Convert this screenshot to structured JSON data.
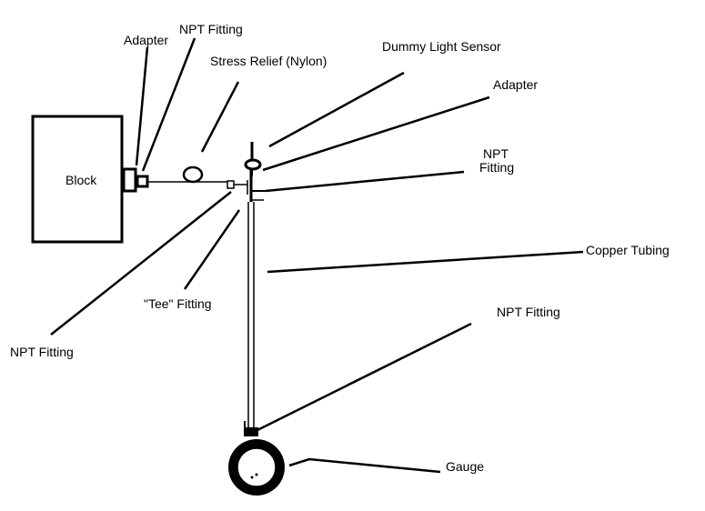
{
  "labels": {
    "block": "Block",
    "adapter_left": "Adapter",
    "npt_fitting_top": "NPT Fitting",
    "stress_relief": "Stress Relief (Nylon)",
    "dummy_light_sensor": "Dummy Light Sensor",
    "adapter_right": "Adapter",
    "npt_fitting_right_line1": "NPT",
    "npt_fitting_right_line2": "Fitting",
    "copper_tubing": "Copper Tubing",
    "tee_fitting": "\"Tee\" Fitting",
    "npt_fitting_left": "NPT Fitting",
    "npt_fitting_gauge": "NPT Fitting",
    "gauge": "Gauge"
  },
  "colors": {
    "ink": "#000000",
    "background": "#ffffff"
  }
}
